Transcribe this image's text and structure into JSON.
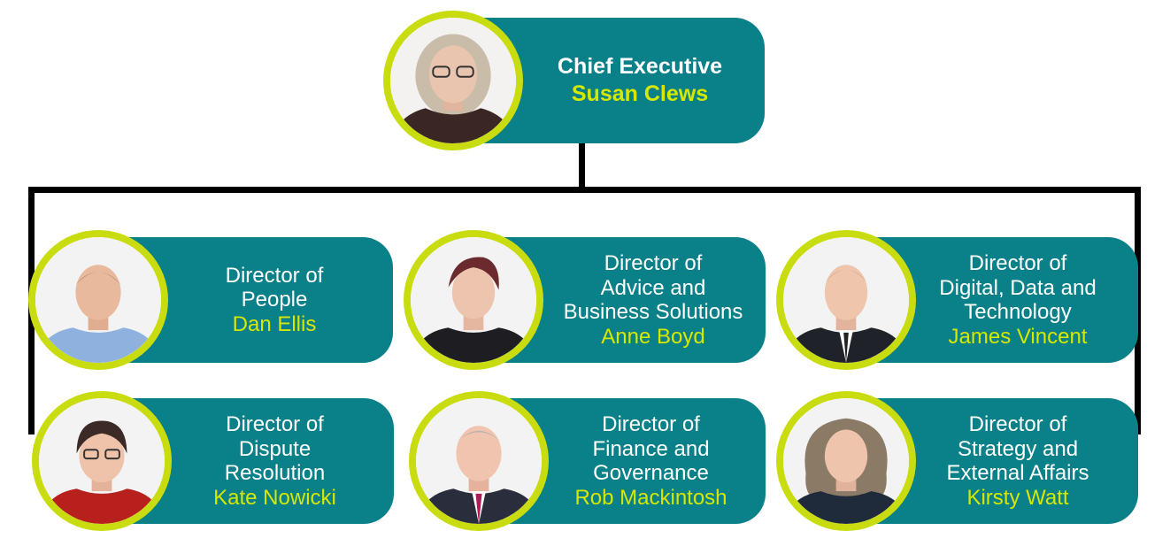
{
  "ceo": {
    "title": "Chief Executive",
    "name": "Susan Clews"
  },
  "directors": [
    {
      "title_lines": [
        "Director of",
        "People"
      ],
      "name": "Dan Ellis"
    },
    {
      "title_lines": [
        "Director of",
        "Advice and",
        "Business Solutions"
      ],
      "name": "Anne Boyd"
    },
    {
      "title_lines": [
        "Director of",
        "Digital, Data and",
        "Technology"
      ],
      "name": "James Vincent"
    },
    {
      "title_lines": [
        "Director of",
        "Dispute",
        "Resolution"
      ],
      "name": "Kate Nowicki"
    },
    {
      "title_lines": [
        "Director of",
        "Finance and",
        "Governance"
      ],
      "name": "Rob Mackintosh"
    },
    {
      "title_lines": [
        "Director of",
        "Strategy and",
        "External Affairs"
      ],
      "name": "Kirsty Watt"
    }
  ],
  "colors": {
    "card": "#0a8088",
    "accent": "#c9dc10",
    "name_text": "#d7e800",
    "connector": "#000000"
  }
}
